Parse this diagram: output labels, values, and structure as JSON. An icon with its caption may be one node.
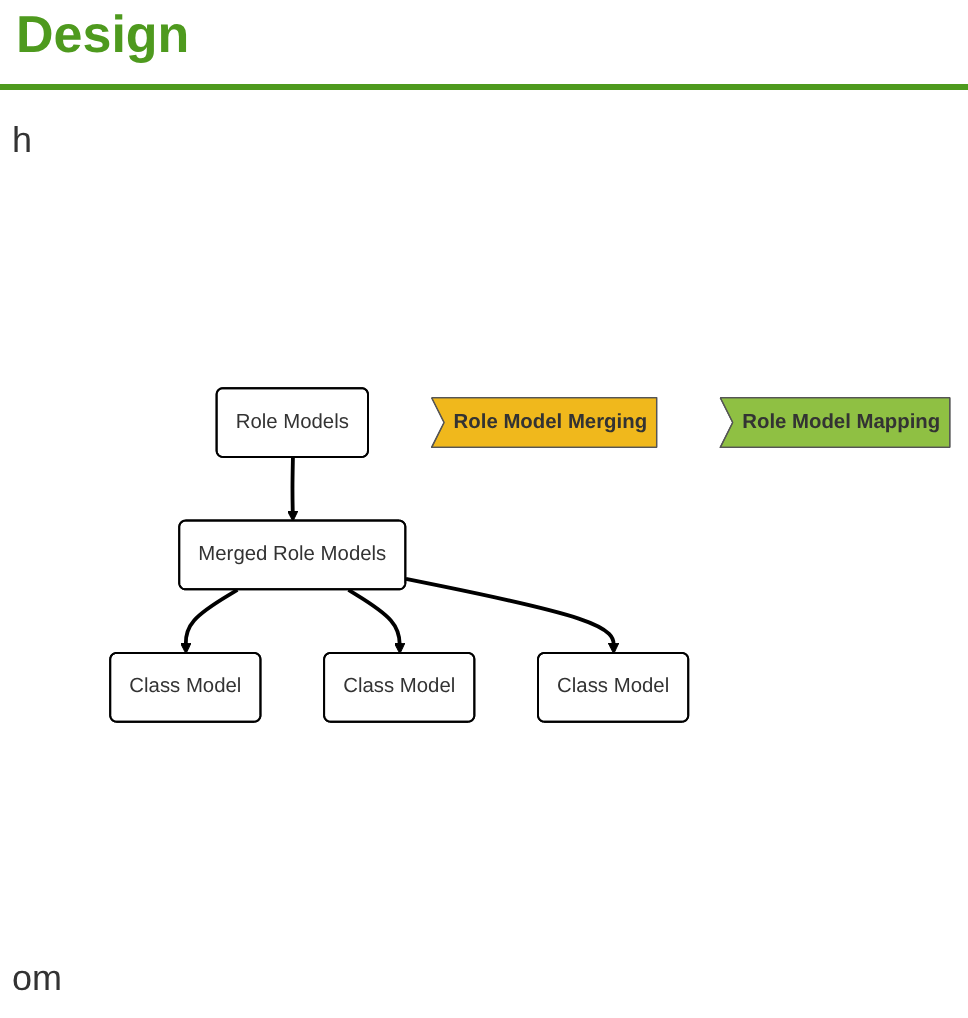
{
  "diagram": {
    "title": "Design",
    "nodes": [
      {
        "text": [
          "Role Models"
        ]
      },
      {
        "text": [
          "Role Model Merging"
        ]
      },
      {
        "text": [
          "Merged Role Models"
        ]
      },
      {
        "text": [
          "Role Model Mapping"
        ]
      },
      {
        "text": [
          "Class Model"
        ]
      },
      {
        "text": [
          "Class Model"
        ]
      },
      {
        "text": [
          "Class Model"
        ]
      }
    ],
    "edges": [
      {
        "from": 0,
        "to": 2,
        "arrow": "to"
      },
      {
        "from": 2,
        "to": 4,
        "arrow": "to"
      },
      {
        "from": 2,
        "to": 6,
        "arrow": "to"
      },
      {
        "from": 2,
        "to": 5,
        "arrow": "to"
      }
    ],
    "labels": [
      "h",
      "om"
    ]
  }
}
